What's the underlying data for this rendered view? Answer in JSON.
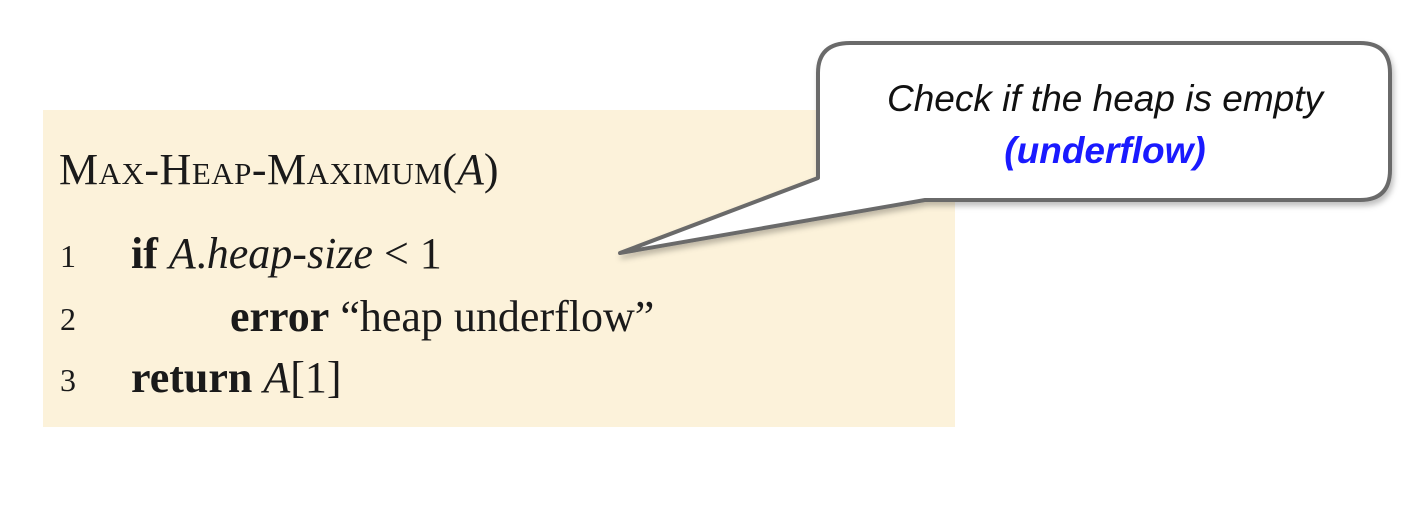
{
  "procedure": {
    "name": "Max-Heap-Maximum",
    "open_paren": "(",
    "param": "A",
    "close_paren": ")"
  },
  "lines": [
    {
      "number": "1",
      "keyword": "if",
      "content_var": "A",
      "content_dot": ".",
      "content_field": "heap-size",
      "content_rest": " < 1"
    },
    {
      "number": "2",
      "keyword": "error",
      "content": " “heap underflow”"
    },
    {
      "number": "3",
      "keyword": "return",
      "content_var": "A",
      "content_rest": "[1]"
    }
  ],
  "callout": {
    "line1": "Check if the heap is empty",
    "line2": "(underflow)"
  },
  "colors": {
    "box_background": "#fcf2da",
    "callout_emphasis": "#1a1aff",
    "callout_border": "#6b6b6b"
  }
}
